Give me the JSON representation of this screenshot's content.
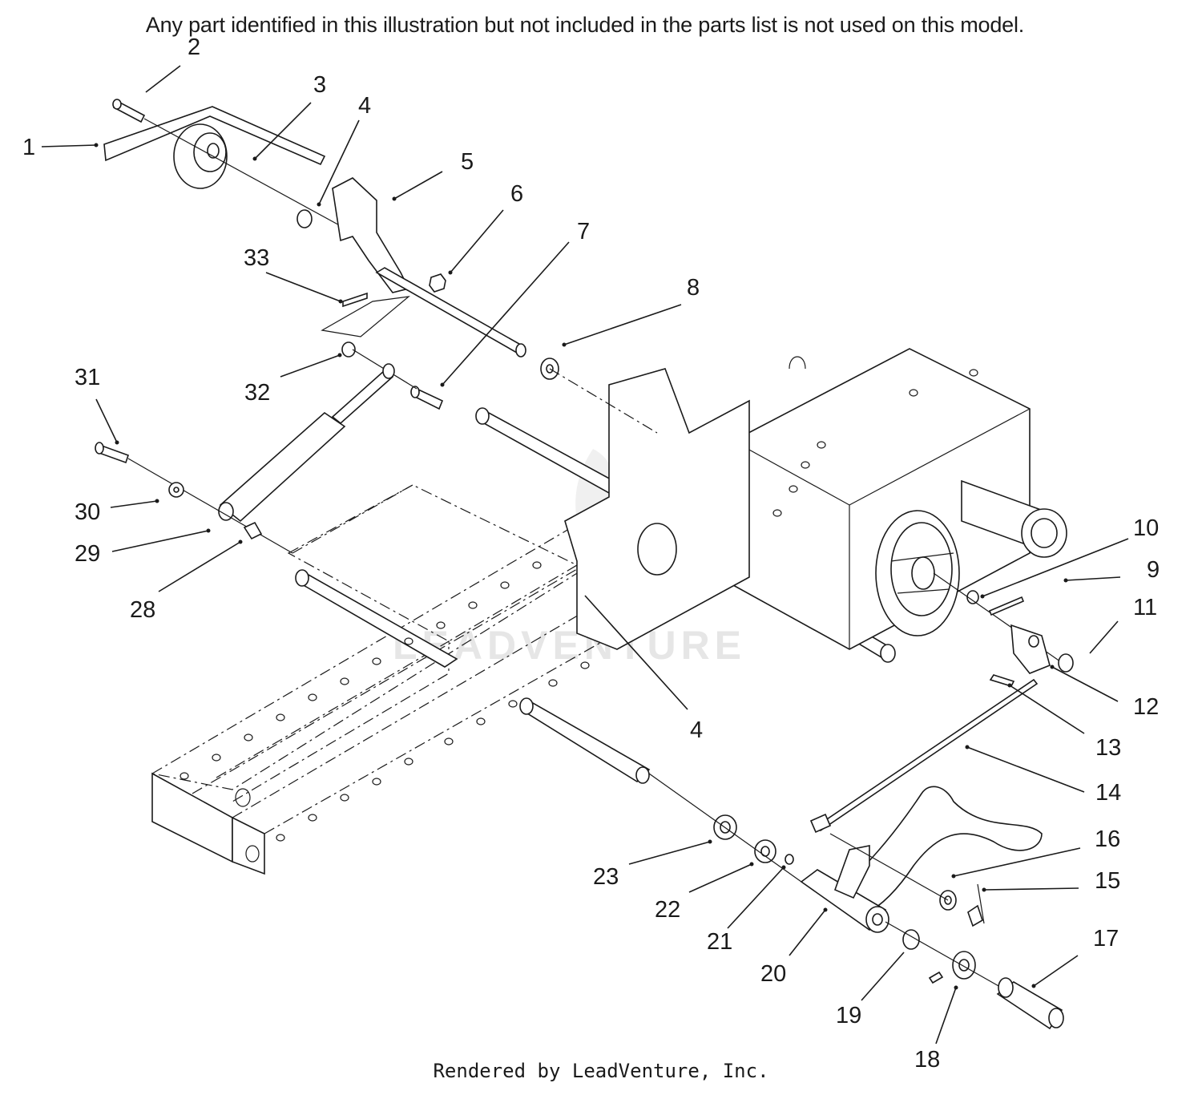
{
  "header_note": "Any part identified in this illustration but not included in the parts list is not used on this model.",
  "footer_credit": "Rendered by LeadVenture, Inc.",
  "watermark": "LEADVENTURE",
  "callouts": [
    "1",
    "2",
    "3",
    "4",
    "5",
    "6",
    "7",
    "8",
    "9",
    "10",
    "11",
    "12",
    "13",
    "14",
    "15",
    "16",
    "17",
    "18",
    "19",
    "20",
    "21",
    "22",
    "23",
    "4",
    "28",
    "29",
    "30",
    "31",
    "32",
    "33"
  ]
}
